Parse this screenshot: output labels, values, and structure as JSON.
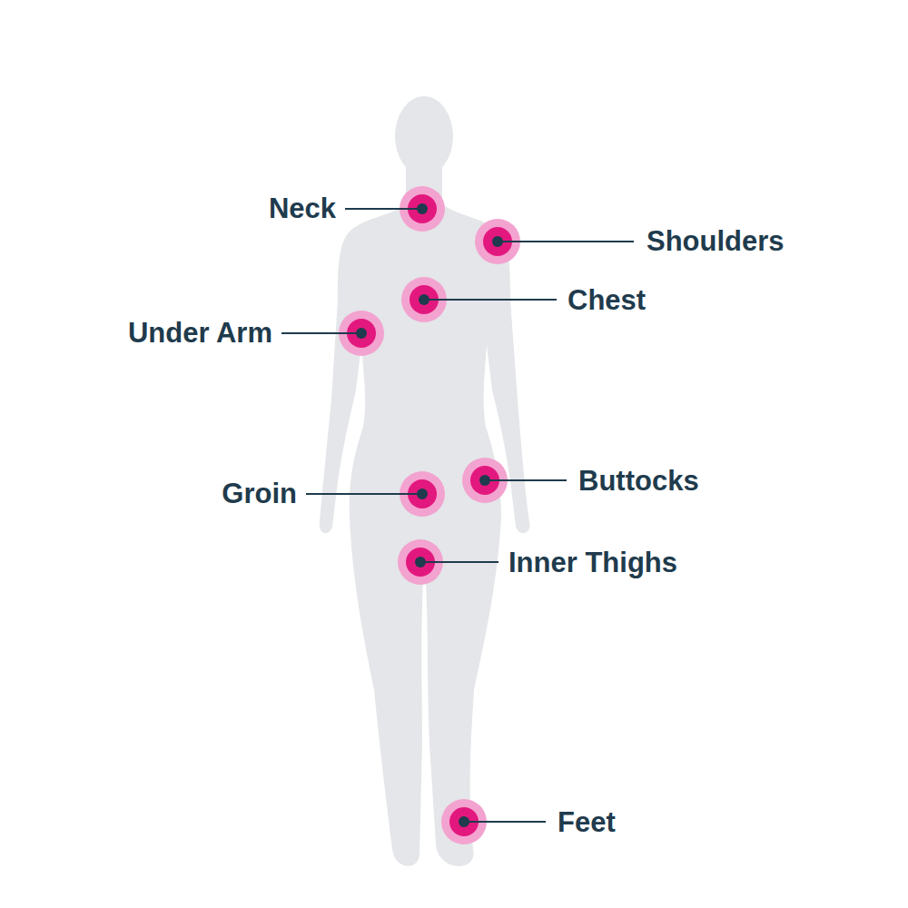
{
  "diagram": {
    "labels": [
      "Neck",
      "Shoulders",
      "Chest",
      "Under Arm",
      "Groin",
      "Buttocks",
      "Inner Thighs",
      "Feet"
    ]
  }
}
